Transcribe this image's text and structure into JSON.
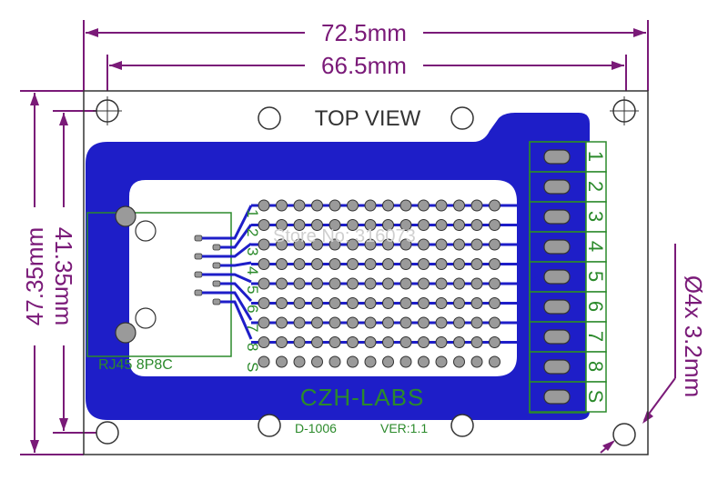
{
  "dimensions": {
    "overall_width": "72.5mm",
    "hole_spacing_width": "66.5mm",
    "overall_height": "47.35mm",
    "hole_spacing_height": "41.35mm",
    "mounting_holes": "Ø4x 3.2mm"
  },
  "board": {
    "view_label": "TOP VIEW",
    "connector_label": "RJ45 8P8C",
    "brand": "CZH-LABS",
    "model": "D-1006",
    "version": "VER:1.1",
    "watermark": "Store No: 316073"
  },
  "left_pins": [
    "1",
    "2",
    "3",
    "4",
    "5",
    "6",
    "7",
    "8",
    "S"
  ],
  "terminal_pins": [
    "1",
    "2",
    "3",
    "4",
    "5",
    "6",
    "7",
    "8",
    "S"
  ],
  "colors": {
    "dimension": "#7a1a78",
    "board_fill": "#1e1ec8",
    "silkscreen": "#2b8a2b",
    "pad": "#9a9a9a"
  }
}
